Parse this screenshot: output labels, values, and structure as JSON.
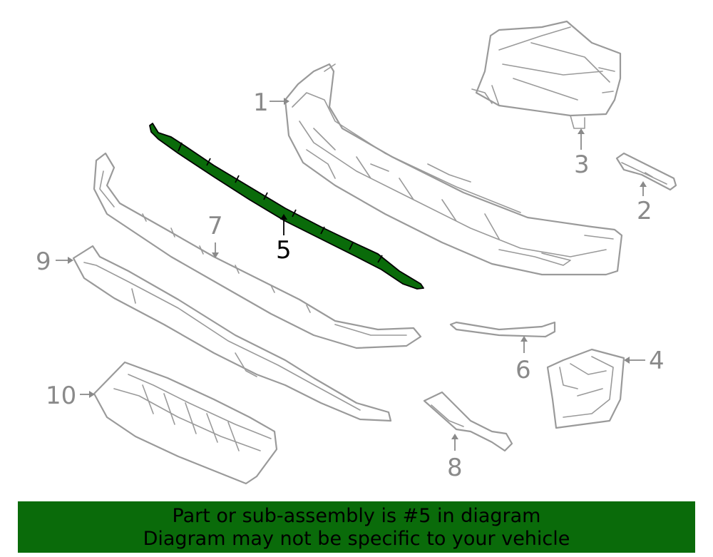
{
  "diagram": {
    "highlight_color": "#0a6b0a",
    "outline_color": "#9a9a9a",
    "callouts": [
      {
        "id": "1",
        "label": "1"
      },
      {
        "id": "2",
        "label": "2"
      },
      {
        "id": "3",
        "label": "3"
      },
      {
        "id": "4",
        "label": "4"
      },
      {
        "id": "5",
        "label": "5",
        "highlighted": true
      },
      {
        "id": "6",
        "label": "6"
      },
      {
        "id": "7",
        "label": "7"
      },
      {
        "id": "8",
        "label": "8"
      },
      {
        "id": "9",
        "label": "9"
      },
      {
        "id": "10",
        "label": "10"
      }
    ]
  },
  "banner": {
    "background": "#0a6b0a",
    "line1": "Part or sub-assembly is #5 in diagram",
    "line2": "Diagram may not be specific to your vehicle"
  }
}
